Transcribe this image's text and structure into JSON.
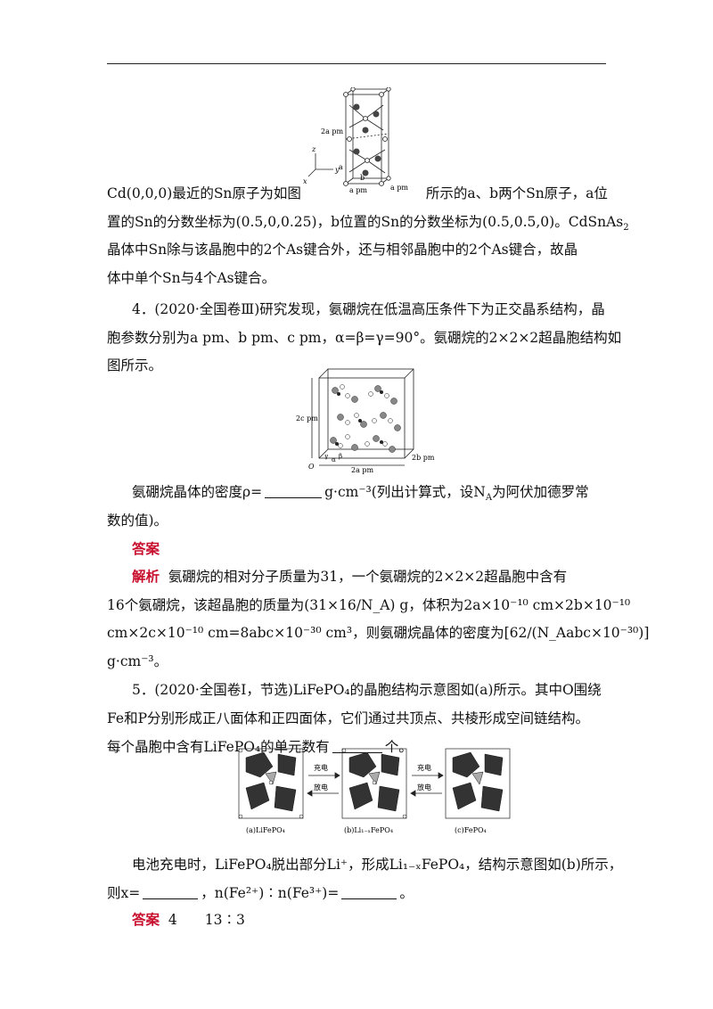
{
  "figure1": {
    "label_2a": "2a pm",
    "label_a_bottom": "a pm",
    "label_a_right": "a pm",
    "label_point_a": "a",
    "label_point_b": "b",
    "axis_x": "x",
    "axis_y": "y",
    "axis_z": "z"
  },
  "para1": {
    "line1_before": "Cd(0,0,0)最近的Sn原子为如图",
    "line1_after": "所示的a、b两个Sn原子，a位",
    "line2": "置的Sn的分数坐标为(0.5,0,0.25)，b位置的Sn的分数坐标为(0.5,0.5,0)。CdSnAs",
    "line2_sub": "2",
    "line3": "晶体中Sn除与该晶胞中的2个As键合外，还与相邻晶胞中的2个As键合，故晶",
    "line4": "体中单个Sn与4个As键合。"
  },
  "q4": {
    "line1": "4．(2020·全国卷Ⅲ)研究发现，氨硼烷在低温高压条件下为正交晶系结构，晶",
    "line2": "胞参数分别为a pm、b pm、c pm，α=β=γ=90°。氨硼烷的2×2×2超晶胞结构如",
    "line3": "图所示。",
    "fig_2c": "2c pm",
    "fig_2a": "2a pm",
    "fig_2b": "2b pm",
    "fig_O": "O",
    "fig_alpha": "α",
    "fig_beta": "β",
    "fig_gamma": "γ",
    "ask1_pre": "氨硼烷晶体的密度ρ=",
    "ask1_post": "g·cm⁻³(列出计算式，设N",
    "ask1_sub": "A",
    "ask1_end": "为阿伏加德罗常",
    "ask2": "数的值)。",
    "answer_label": "答案",
    "analysis_label": "解析",
    "an1": "氨硼烷的相对分子质量为31，一个氨硼烷的2×2×2超晶胞中含有",
    "an2": "16个氨硼烷，该超晶胞的质量为(31×16/N_A) g，体积为2a×10⁻¹⁰ cm×2b×10⁻¹⁰",
    "an3": "cm×2c×10⁻¹⁰ cm=8abc×10⁻³⁰ cm³，则氨硼烷晶体的密度为[62/(N_Aabc×10⁻³⁰)]",
    "an4": "g·cm⁻³。"
  },
  "q5": {
    "line1": "5．(2020·全国卷Ⅰ，节选)LiFePO₄的晶胞结构示意图如(a)所示。其中O围绕",
    "line2": "Fe和P分别形成正八面体和正四面体，它们通过共顶点、共棱形成空间链结构。",
    "line3_pre": "每个晶胞中含有LiFePO₄的单元数有",
    "line3_post": "个。",
    "fig_charge1": "充电",
    "fig_discharge1": "放电",
    "fig_charge2": "充电",
    "fig_discharge2": "放电",
    "cap_a": "(a)LiFePO₄",
    "cap_b": "(b)Li₁₋ₓFePO₄",
    "cap_c": "(c)FePO₄",
    "line4": "电池充电时，LiFePO₄脱出部分Li⁺，形成Li₁₋ₓFePO₄，结构示意图如(b)所示，",
    "line5_pre": "则x=",
    "line5_mid": "，n(Fe²⁺)∶n(Fe³⁺)=",
    "line5_end": "。",
    "answer_label": "答案",
    "answer_values": "4　　13∶3"
  }
}
